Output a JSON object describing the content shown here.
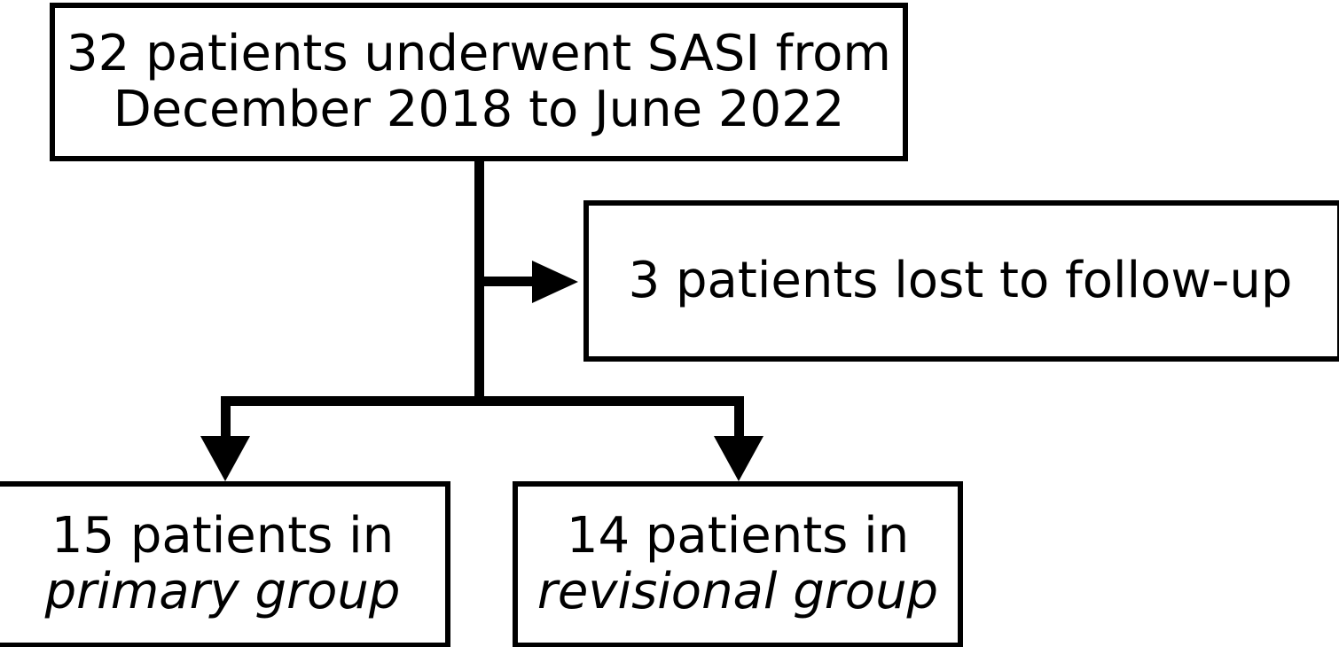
{
  "diagram": {
    "type": "study-flow-chart",
    "line_color": "#000000",
    "box_border_color": "#000000",
    "background_color": "#ffffff",
    "nodes": {
      "enrolled": {
        "lines": [
          "32 patients underwent SASI from",
          "December 2018 to June 2022"
        ],
        "count": 32
      },
      "lost_to_followup": {
        "lines": [
          "3 patients lost to follow-up"
        ],
        "count": 3
      },
      "primary_group": {
        "lines": [
          "15 patients in",
          "primary group"
        ],
        "count": 15
      },
      "revisional_group": {
        "lines": [
          "14 patients in",
          "revisional group"
        ],
        "count": 14
      }
    },
    "connectors": [
      {
        "name": "trunk-vertical",
        "from": "enrolled",
        "to": "branch-bar"
      },
      {
        "name": "lost-arrow",
        "from": "trunk-vertical",
        "to": "lost_to_followup",
        "direction": "right"
      },
      {
        "name": "branch-left-arrow",
        "from": "branch-bar",
        "to": "primary_group",
        "direction": "down"
      },
      {
        "name": "branch-right-arrow",
        "from": "branch-bar",
        "to": "revisional_group",
        "direction": "down"
      }
    ]
  }
}
